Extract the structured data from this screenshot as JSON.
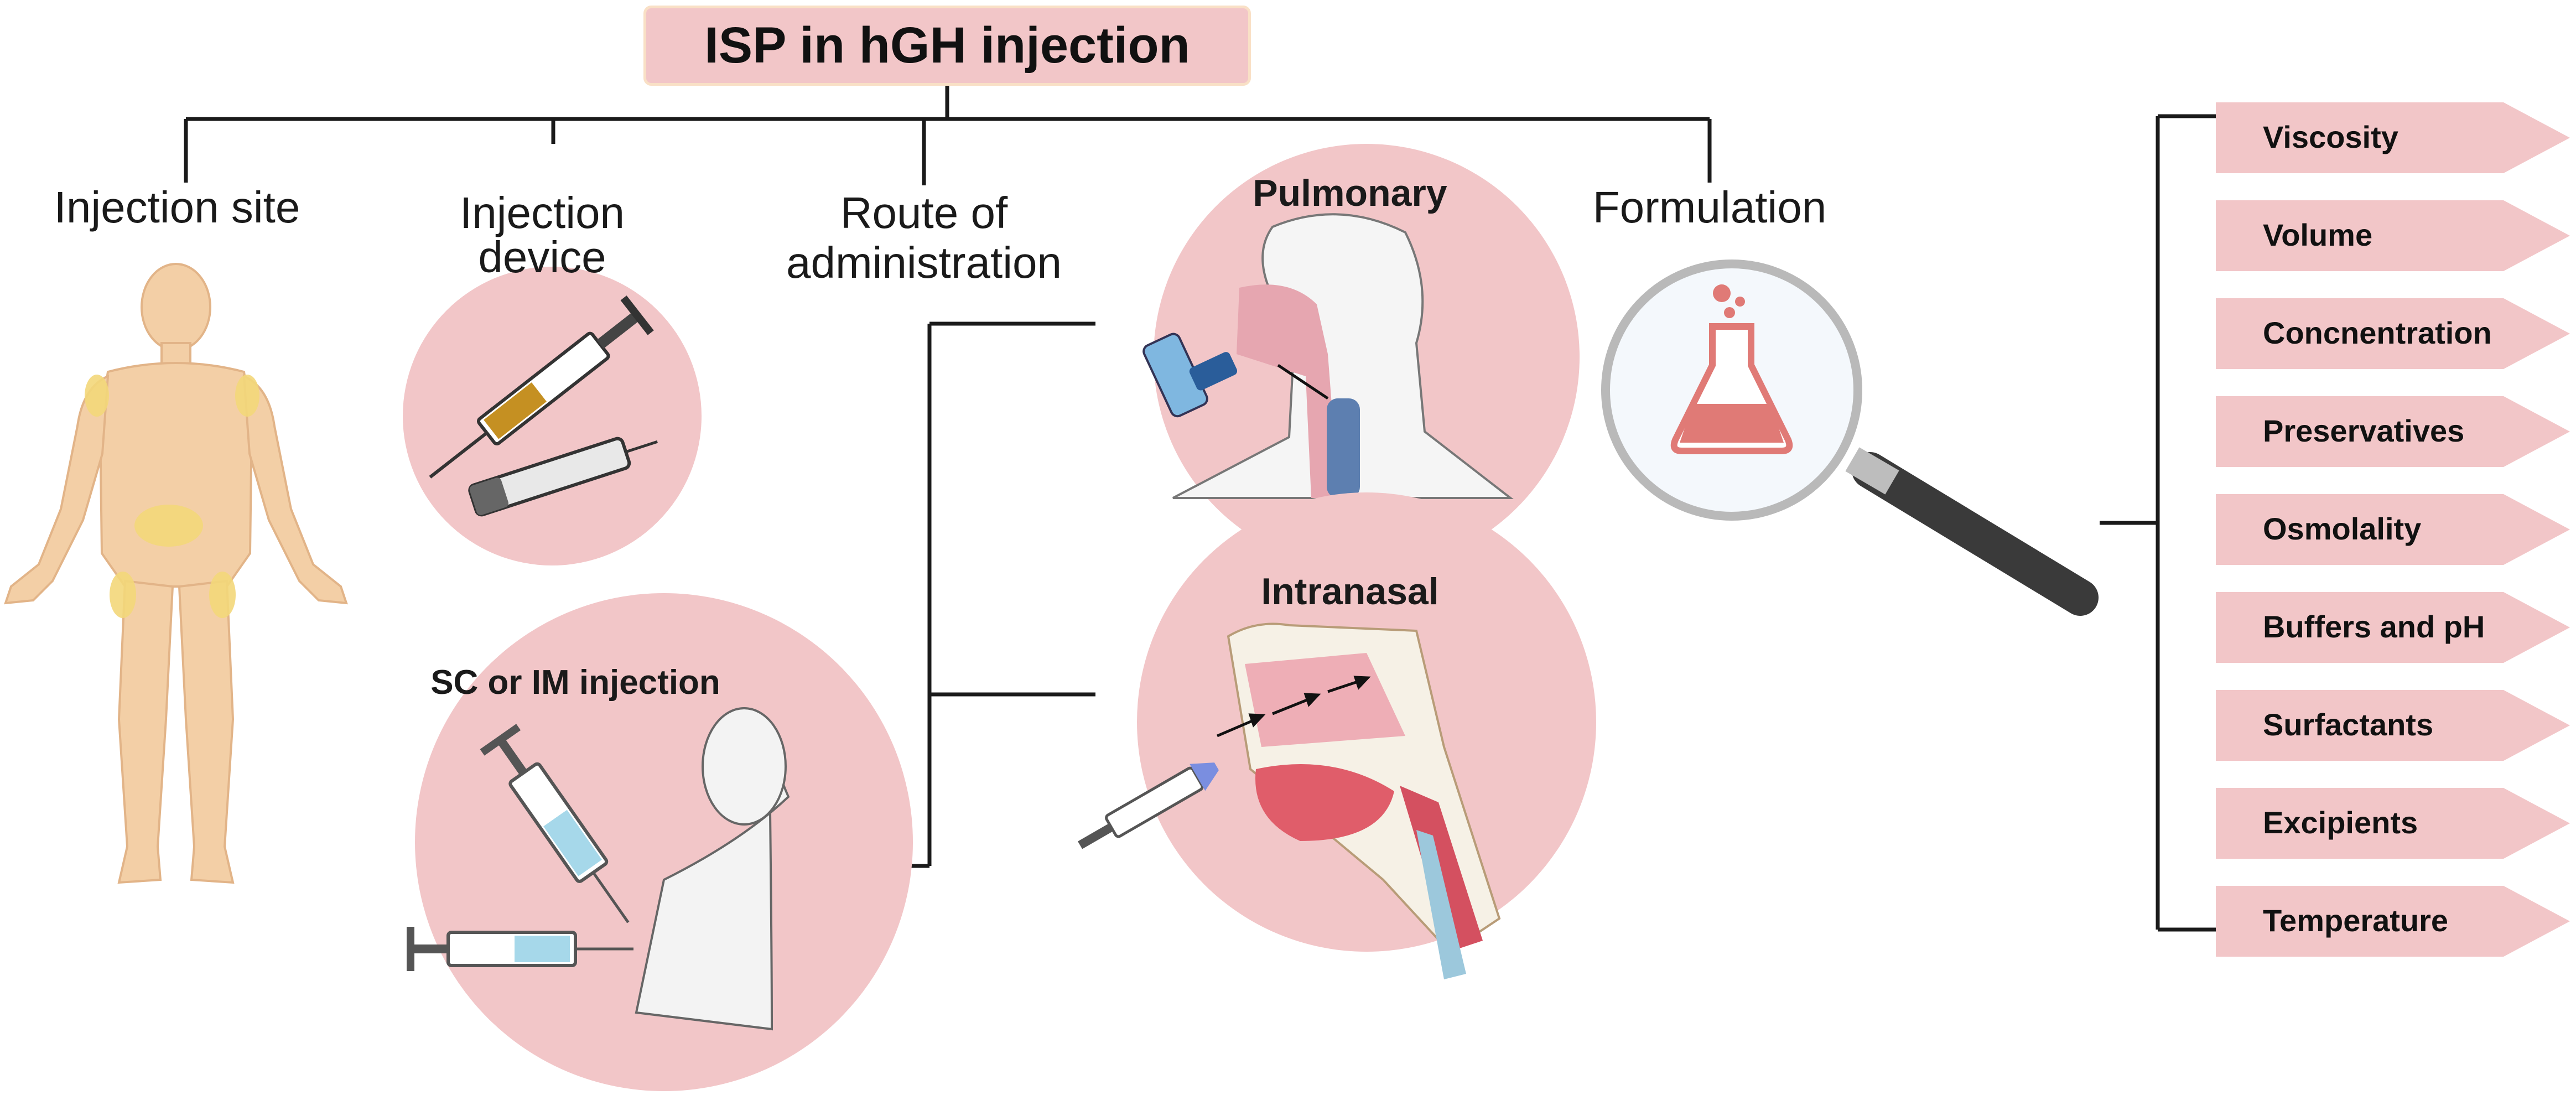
{
  "title": "ISP in hGH injection",
  "categories": {
    "injection_site": "Injection site",
    "injection_device_line1": "Injection",
    "injection_device_line2": "device",
    "route_line1": "Route of",
    "route_line2": "administration",
    "formulation": "Formulation"
  },
  "routes": {
    "pulmonary": "Pulmonary",
    "intranasal": "Intranasal",
    "sc_im": "SC or IM injection"
  },
  "formulation_factors": [
    "Viscosity",
    "Volume",
    "Concnentration",
    "Preservatives",
    "Osmolality",
    "Buffers and pH",
    "Surfactants",
    "Excipients",
    "Temperature"
  ],
  "colors": {
    "pink_fill": "#f2c6c8",
    "tag_fill": "#f2c6c8",
    "line": "#1a1a1a",
    "skin": "#f3cfa6",
    "highlight_site": "#f3d77a",
    "flask": "#e07a76"
  },
  "icons": [
    "human-body-icon",
    "syringe-icon",
    "injection-pen-icon",
    "inhaler-icon",
    "nasal-spray-icon",
    "magnifier-icon",
    "flask-icon",
    "arrow-icon"
  ]
}
